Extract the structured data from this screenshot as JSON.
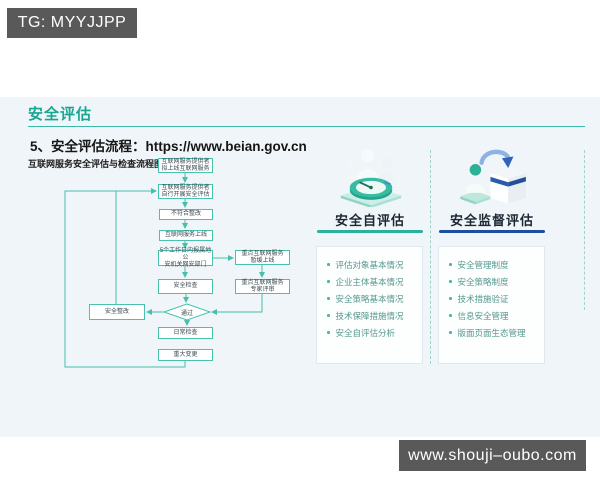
{
  "watermarks": {
    "top": "TG: MYYJJPP",
    "bottom": "www.shouji–oubo.com"
  },
  "page": {
    "title": "安全评估",
    "subtitle": "5、安全评估流程：https://www.beian.gov.cn"
  },
  "flowchart": {
    "title": "互联网服务安全评估与检查流程图",
    "nodes": {
      "plan": "互联网服务提供者\n拟上线互联网服务",
      "self_assess": "互联网服务提供者\n自行开展安全评估",
      "nonconform_rectify": "不符合整改",
      "go_online": "互联网服务上线",
      "report": "5个工作日内报属地公\n安机关网安部门",
      "security_check": "安全检查",
      "key_suspend": "重点互联网服务\n暂缓上线",
      "key_review": "重点互联网服务\n专家评审",
      "pass": "通过",
      "daily_check": "日常检查",
      "major_change": "重大变更",
      "rectify": "安全整改"
    }
  },
  "cards": [
    {
      "title": "安全自评估",
      "accent": "#2bb19b",
      "icon": "self-assessment-3d-icon",
      "items": [
        "评估对象基本情况",
        "企业主体基本情况",
        "安全策略基本情况",
        "技术保障措施情况",
        "安全自评估分析"
      ]
    },
    {
      "title": "安全监督评估",
      "accent": "#1d4f9e",
      "icon": "supervision-3d-icon",
      "items": [
        "安全管理制度",
        "安全策略制度",
        "技术措施验证",
        "信息安全管理",
        "版面页面生态管理"
      ]
    }
  ],
  "colors": {
    "accent_teal": "#17a690",
    "accent_navy": "#1d4f9e",
    "flow_line": "#45c0ab",
    "panel_bg": "#eff5f8",
    "badge_bg": "#595959",
    "bullet_text": "#55988e"
  }
}
